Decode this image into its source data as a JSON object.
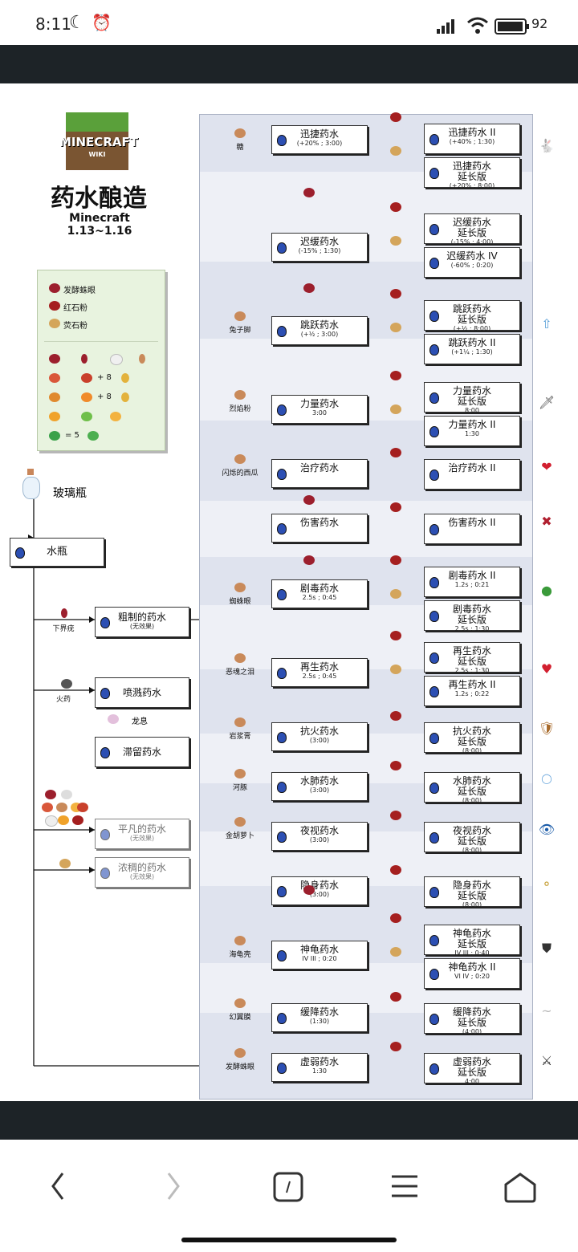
{
  "status": {
    "time": "8:11",
    "battery": "92"
  },
  "header": {
    "title": "药水酿造",
    "subtitle": "Minecraft 1.13~1.16",
    "logo": "MINECRAFT",
    "logo_sub": "WIKI"
  },
  "legend": {
    "items": [
      "发酵蛛眼",
      "红石粉",
      "荧石粉"
    ],
    "recipe_values": [
      "+ 8",
      "+ 8",
      "= 5"
    ]
  },
  "left": {
    "glass_bottle": "玻璃瓶",
    "water_bottle": "水瓶",
    "nether_wart": "下界疣",
    "awkward": {
      "name": "粗制的药水",
      "sub": "(无效果)"
    },
    "gunpowder": "火药",
    "splash": "喷溅药水",
    "dragon_breath": "龙息",
    "lingering": "滞留药水",
    "mundane": {
      "name": "平凡的药水",
      "sub": "(无效果)"
    },
    "thick": {
      "name": "浓稠的药水",
      "sub": "(无效果)"
    }
  },
  "ingredients": [
    "糖",
    "兔子脚",
    "烈焰粉",
    "闪烁的西瓜",
    "蜘蛛眼",
    "恶魂之泪",
    "岩浆膏",
    "河豚",
    "金胡萝卜",
    "海龟壳",
    "幻翼膜",
    "发酵蛛眼"
  ],
  "potions": [
    {
      "name": "迅捷药水",
      "sub": "(+20% ; 3:00)"
    },
    {
      "name": "迟缓药水",
      "sub": "(-15% ; 1:30)"
    },
    {
      "name": "跳跃药水",
      "sub": "(+½ ; 3:00)"
    },
    {
      "name": "力量药水",
      "sub": "3:00"
    },
    {
      "name": "治疗药水",
      "sub": ""
    },
    {
      "name": "伤害药水",
      "sub": ""
    },
    {
      "name": "剧毒药水",
      "sub": "2.5s ; 0:45"
    },
    {
      "name": "再生药水",
      "sub": "2.5s ; 0:45"
    },
    {
      "name": "抗火药水",
      "sub": "(3:00)"
    },
    {
      "name": "水肺药水",
      "sub": "(3:00)"
    },
    {
      "name": "夜视药水",
      "sub": "(3:00)"
    },
    {
      "name": "隐身药水",
      "sub": "(3:00)"
    },
    {
      "name": "神龟药水",
      "sub": "IV  III ; 0:20"
    },
    {
      "name": "缓降药水",
      "sub": "(1:30)"
    },
    {
      "name": "虚弱药水",
      "sub": "1:30"
    }
  ],
  "upgrades": [
    {
      "name": "迅捷药水 II",
      "l2": "",
      "sub": "(+40% ; 1:30)"
    },
    {
      "name": "迅捷药水",
      "l2": "延长版",
      "sub": "(+20% ; 8:00)"
    },
    {
      "name": "迟缓药水",
      "l2": "延长版",
      "sub": "(-15% ; 4:00)"
    },
    {
      "name": "迟缓药水 IV",
      "l2": "",
      "sub": "(-60% ; 0:20)"
    },
    {
      "name": "跳跃药水",
      "l2": "延长版",
      "sub": "(+½ ; 8:00)"
    },
    {
      "name": "跳跃药水 II",
      "l2": "",
      "sub": "(+1¼ ; 1:30)"
    },
    {
      "name": "力量药水",
      "l2": "延长版",
      "sub": "8:00"
    },
    {
      "name": "力量药水 II",
      "l2": "",
      "sub": "1:30"
    },
    {
      "name": "治疗药水 II",
      "l2": "",
      "sub": ""
    },
    {
      "name": "伤害药水 II",
      "l2": "",
      "sub": ""
    },
    {
      "name": "剧毒药水 II",
      "l2": "",
      "sub": "1.2s ; 0:21"
    },
    {
      "name": "剧毒药水",
      "l2": "延长版",
      "sub": "2.5s ; 1:30"
    },
    {
      "name": "再生药水",
      "l2": "延长版",
      "sub": "2.5s ; 1:30"
    },
    {
      "name": "再生药水 II",
      "l2": "",
      "sub": "1.2s ; 0:22"
    },
    {
      "name": "抗火药水",
      "l2": "延长版",
      "sub": "(8:00)"
    },
    {
      "name": "水肺药水",
      "l2": "延长版",
      "sub": "(8:00)"
    },
    {
      "name": "夜视药水",
      "l2": "延长版",
      "sub": "(8:00)"
    },
    {
      "name": "隐身药水",
      "l2": "延长版",
      "sub": "(8:00)"
    },
    {
      "name": "神龟药水",
      "l2": "延长版",
      "sub": "IV  III ; 0:40"
    },
    {
      "name": "神龟药水 II",
      "l2": "",
      "sub": "VI  IV ; 0:20"
    },
    {
      "name": "缓降药水",
      "l2": "延长版",
      "sub": "(4:00)"
    },
    {
      "name": "虚弱药水",
      "l2": "延长版",
      "sub": "4:00"
    }
  ],
  "colors": {
    "wart": "#9c1f2d",
    "redstone": "#a51f1f",
    "glowstone": "#d4a55b",
    "panel": "#dfe3ee",
    "legend": "#e8f3df",
    "bar": "#1d2327"
  }
}
